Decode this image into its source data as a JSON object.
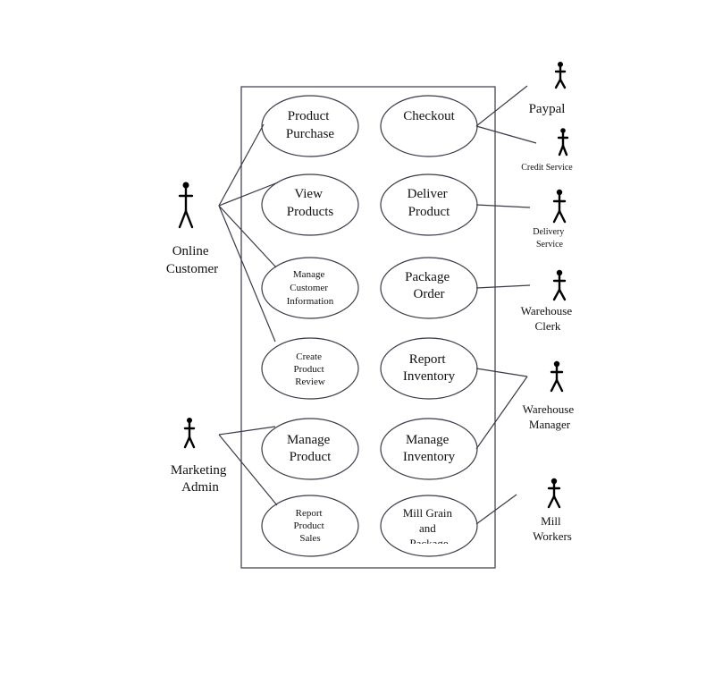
{
  "use_cases": {
    "product_purchase": [
      "Product",
      "Purchase"
    ],
    "view_products": [
      "View",
      "Products"
    ],
    "manage_customer_information": [
      "Manage",
      "Customer",
      "Information"
    ],
    "create_product_review": [
      "Create",
      "Product",
      "Review"
    ],
    "manage_product": [
      "Manage",
      "Product"
    ],
    "report_product_sales": [
      "Report",
      "Product",
      "Sales"
    ],
    "checkout": [
      "Checkout"
    ],
    "deliver_product": [
      "Deliver",
      "Product"
    ],
    "package_order": [
      "Package",
      "Order"
    ],
    "report_inventory": [
      "Report",
      "Inventory"
    ],
    "manage_inventory": [
      "Manage",
      "Inventory"
    ],
    "mill_grain_and_package": [
      "Mill Grain",
      "and",
      "Package"
    ]
  },
  "actors": {
    "online_customer": [
      "Online",
      "Customer"
    ],
    "marketing_admin": [
      "Marketing",
      "Admin"
    ],
    "paypal": [
      "Paypal"
    ],
    "credit_service": [
      "Credit Service"
    ],
    "delivery_service": [
      "Delivery",
      "Service"
    ],
    "warehouse_clerk": [
      "Warehouse",
      "Clerk"
    ],
    "warehouse_manager": [
      "Warehouse",
      "Manager"
    ],
    "mill_workers": [
      "Mill",
      "Workers"
    ]
  }
}
